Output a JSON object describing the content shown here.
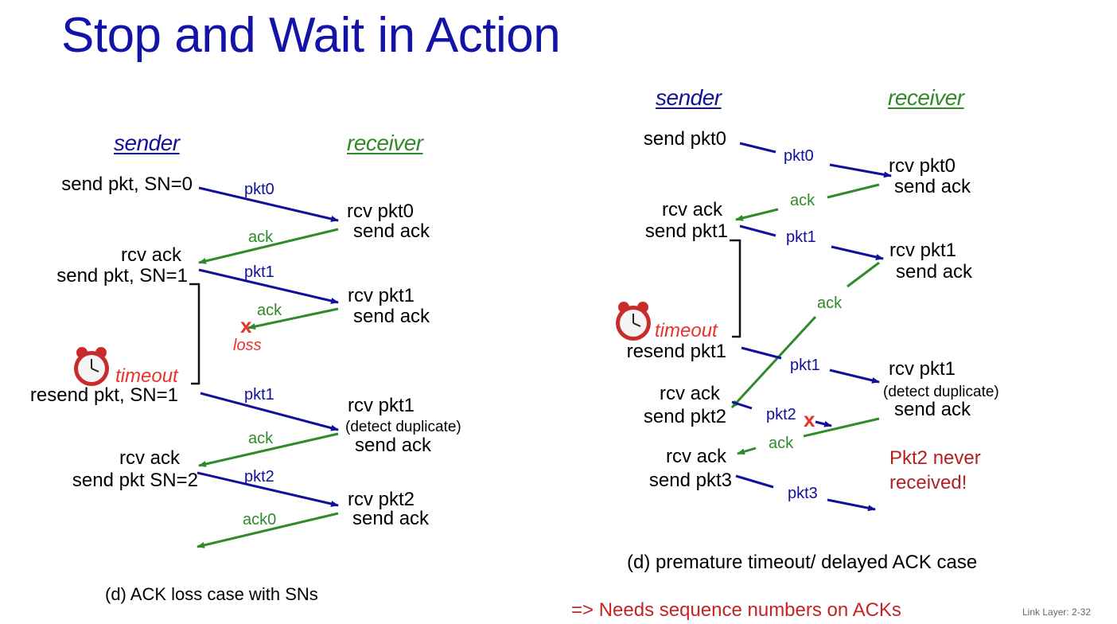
{
  "title": "Stop and Wait  in Action",
  "colors": {
    "title": "#1313a8",
    "pkt": "#10109a",
    "ack": "#2f8a2a",
    "alert": "#e8322a",
    "note": "#b22020"
  },
  "left": {
    "sender_header": "sender",
    "receiver_header": "receiver",
    "sender_events": [
      "send pkt, SN=0",
      "rcv ack",
      "send pkt, SN=1",
      "resend pkt, SN=1",
      "rcv ack",
      "send pkt SN=2"
    ],
    "receiver_events": [
      "rcv pkt0",
      "send ack",
      "rcv pkt1",
      "send ack",
      "rcv pkt1",
      "(detect duplicate)",
      "send ack",
      "rcv pkt2",
      "send ack"
    ],
    "messages": [
      "pkt0",
      "ack",
      "pkt1",
      "ack",
      "pkt1",
      "ack",
      "pkt2",
      "ack0"
    ],
    "loss_mark": "x",
    "loss_label": "loss",
    "timeout_label": "timeout",
    "caption": "(d) ACK loss case with SNs"
  },
  "right": {
    "sender_header": "sender",
    "receiver_header": "receiver",
    "sender_events": [
      "send pkt0",
      "rcv ack",
      "send pkt1",
      "resend pkt1",
      "rcv ack",
      "send pkt2",
      "rcv ack",
      "send pkt3"
    ],
    "receiver_events": [
      "rcv pkt0",
      "send ack",
      "rcv pkt1",
      "send ack",
      "rcv pkt1",
      "(detect duplicate)",
      "send ack"
    ],
    "messages": [
      "pkt0",
      "ack",
      "pkt1",
      "ack",
      "pkt1",
      "pkt2",
      "ack",
      "pkt3"
    ],
    "loss_mark": "x",
    "timeout_label": "timeout",
    "note": [
      "Pkt2 never",
      "received!"
    ],
    "caption": "(d) premature timeout/ delayed ACK case"
  },
  "conclusion": "=> Needs sequence numbers on ACKs",
  "footer": "Link Layer: 2-32"
}
